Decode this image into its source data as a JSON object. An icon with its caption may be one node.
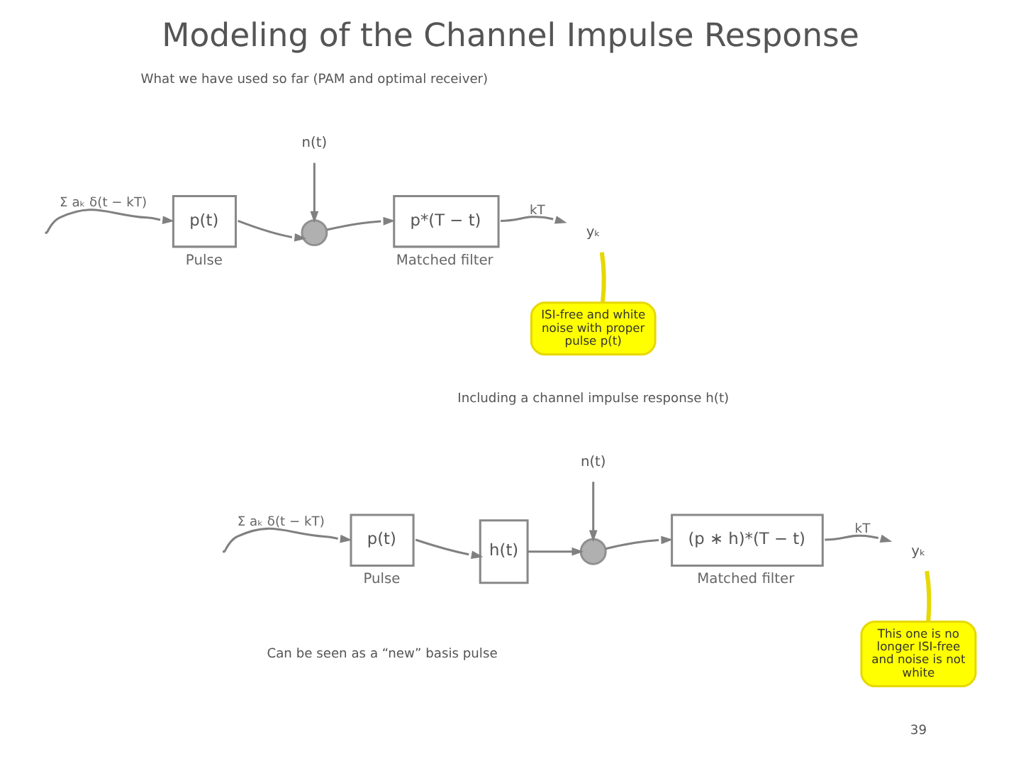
{
  "diagram": {
    "title": "Modeling of the Channel Impulse Response",
    "nodes": [
      {
        "text": [
          "p(t)"
        ],
        "beside": [
          "Pulse"
        ]
      },
      {
        "text": [
          "n(t)"
        ]
      },
      {
        "text": [],
        "shape": "circle"
      },
      {
        "text": [
          "p*(T − t)"
        ],
        "beside": [
          "Matched filter"
        ]
      },
      {
        "text": [
          "yₖ"
        ]
      },
      {
        "text": [
          "ISI-free and white noise with proper pulse p(t)"
        ]
      },
      {
        "text": [
          "p(t)"
        ],
        "beside": [
          "Pulse"
        ]
      },
      {
        "text": [
          "h(t)"
        ]
      },
      {
        "text": [
          "n(t)"
        ]
      },
      {
        "text": [],
        "shape": "circle"
      },
      {
        "text": [
          "(p ∗ h)*(T − t)"
        ],
        "beside": [
          "Matched filter"
        ]
      },
      {
        "text": [
          "yₖ"
        ]
      },
      {
        "text": [
          "This one is no longer ISI-free and noise is not white"
        ]
      }
    ],
    "edges": [
      {
        "from": null,
        "to": 0,
        "arrow": "to",
        "label": "Σ aₖ δ(t − kT)"
      },
      {
        "from": 0,
        "to": 2,
        "arrow": "to"
      },
      {
        "from": 1,
        "to": 2,
        "arrow": "to"
      },
      {
        "from": 2,
        "to": 3,
        "arrow": "to"
      },
      {
        "from": 3,
        "to": 4,
        "arrow": "to",
        "label": "kT"
      },
      {
        "from": 5,
        "to": 4,
        "arrow": "none",
        "color": "#e6d800",
        "style": "thick"
      },
      {
        "from": null,
        "to": 6,
        "arrow": "to",
        "label": "Σ aₖ δ(t − kT)"
      },
      {
        "from": 6,
        "to": 7,
        "arrow": "to"
      },
      {
        "from": 7,
        "to": 9,
        "arrow": "to"
      },
      {
        "from": 8,
        "to": 9,
        "arrow": "to"
      },
      {
        "from": 9,
        "to": 10,
        "arrow": "to"
      },
      {
        "from": 10,
        "to": 11,
        "arrow": "to",
        "label": "kT"
      },
      {
        "from": 12,
        "to": 11,
        "arrow": "none",
        "color": "#e6d800",
        "style": "thick"
      }
    ],
    "labels": [
      "What we have used so far (PAM and optimal receiver)",
      "Including a channel impulse response h(t)",
      "Can be seen as a “new” basis pulse",
      "39"
    ]
  }
}
